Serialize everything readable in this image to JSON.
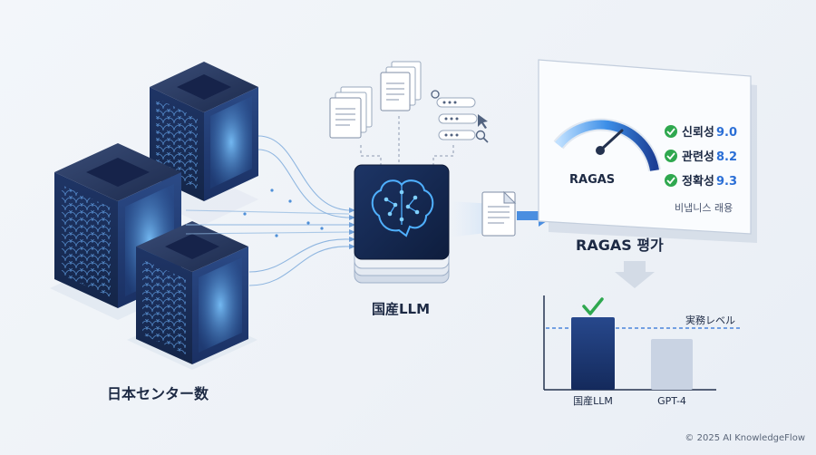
{
  "datacenter": {
    "label": "日本センター数"
  },
  "llm": {
    "label": "国産LLM"
  },
  "ragas_panel": {
    "gauge_label": "RAGAS",
    "metrics": [
      {
        "name": "신뢰성",
        "score": "9.0"
      },
      {
        "name": "관련성",
        "score": "8.2"
      },
      {
        "name": "정확성",
        "score": "9.3"
      }
    ],
    "note": "비냅니스 래용"
  },
  "ragas_eval_label": "RAGAS 평가",
  "comparison": {
    "threshold_label": "実務レベル",
    "bars": [
      {
        "name": "国産LLM",
        "color": "#1c3a78"
      },
      {
        "name": "GPT-4",
        "color": "#c9d3e3"
      }
    ]
  },
  "colors": {
    "navy": "#1a2a52",
    "accent_blue": "#2b6fd6",
    "glow": "#5fb4ff",
    "check_green": "#2fa84f"
  },
  "copyright": "© 2025 AI KnowledgeFlow"
}
